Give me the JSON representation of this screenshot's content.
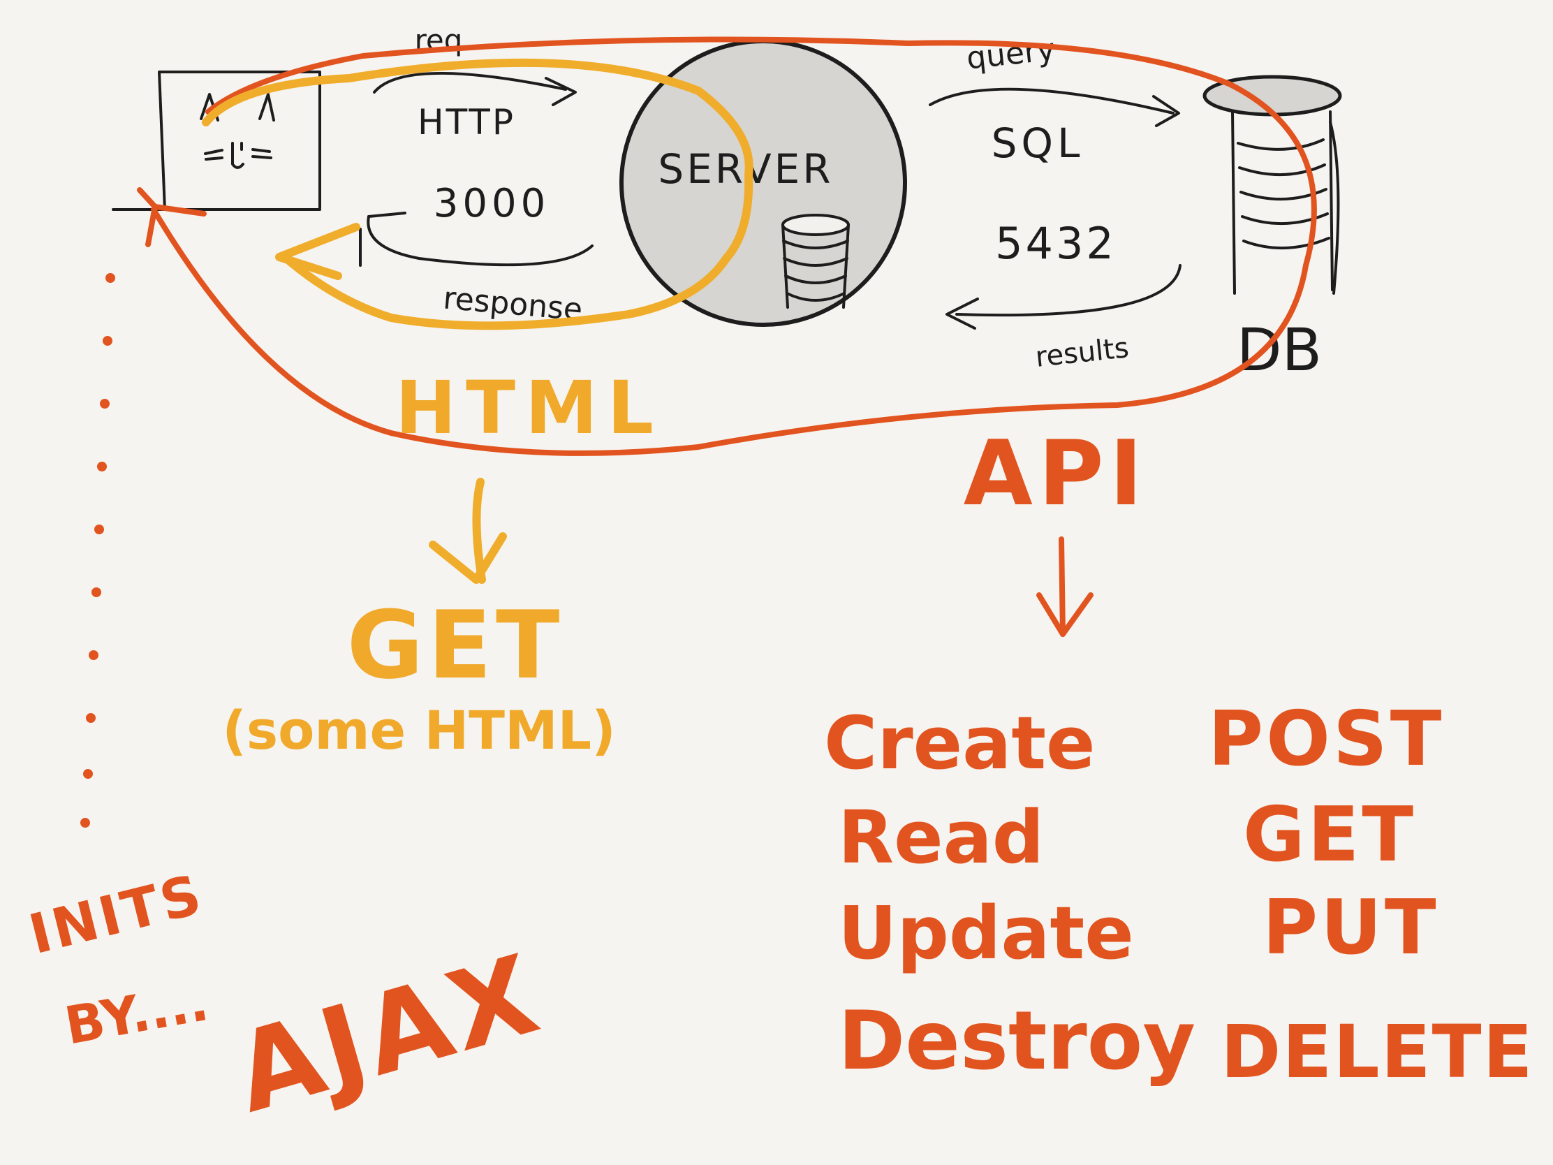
{
  "diagram": {
    "labels": {
      "req": "req",
      "http": "HTTP",
      "port_3000": "3000",
      "response": "response",
      "server": "SERVER",
      "query": "query",
      "sql": "SQL",
      "port_5432": "5432",
      "results": "results",
      "db": "DB"
    },
    "html_branch": {
      "title": "HTML",
      "method": "GET",
      "note": "(some HTML)"
    },
    "api_branch": {
      "title": "API",
      "crud": [
        {
          "action": "Create",
          "method": "POST"
        },
        {
          "action": "Read",
          "method": "GET"
        },
        {
          "action": "Update",
          "method": "PUT"
        },
        {
          "action": "Destroy",
          "method": "DELETE"
        }
      ]
    },
    "inits": {
      "line1": "INITS",
      "line2": "BY....",
      "ajax": "AJAX"
    },
    "icons": {
      "browser": "cat-face-browser-icon",
      "server_db": "database-icon",
      "main_db": "database-icon"
    },
    "colors": {
      "ink": "#1d1d1d",
      "html_orange": "#f0ad2c",
      "api_red": "#e2541f",
      "server_fill": "#d6d5d1",
      "paper": "#f6f4f0"
    }
  }
}
